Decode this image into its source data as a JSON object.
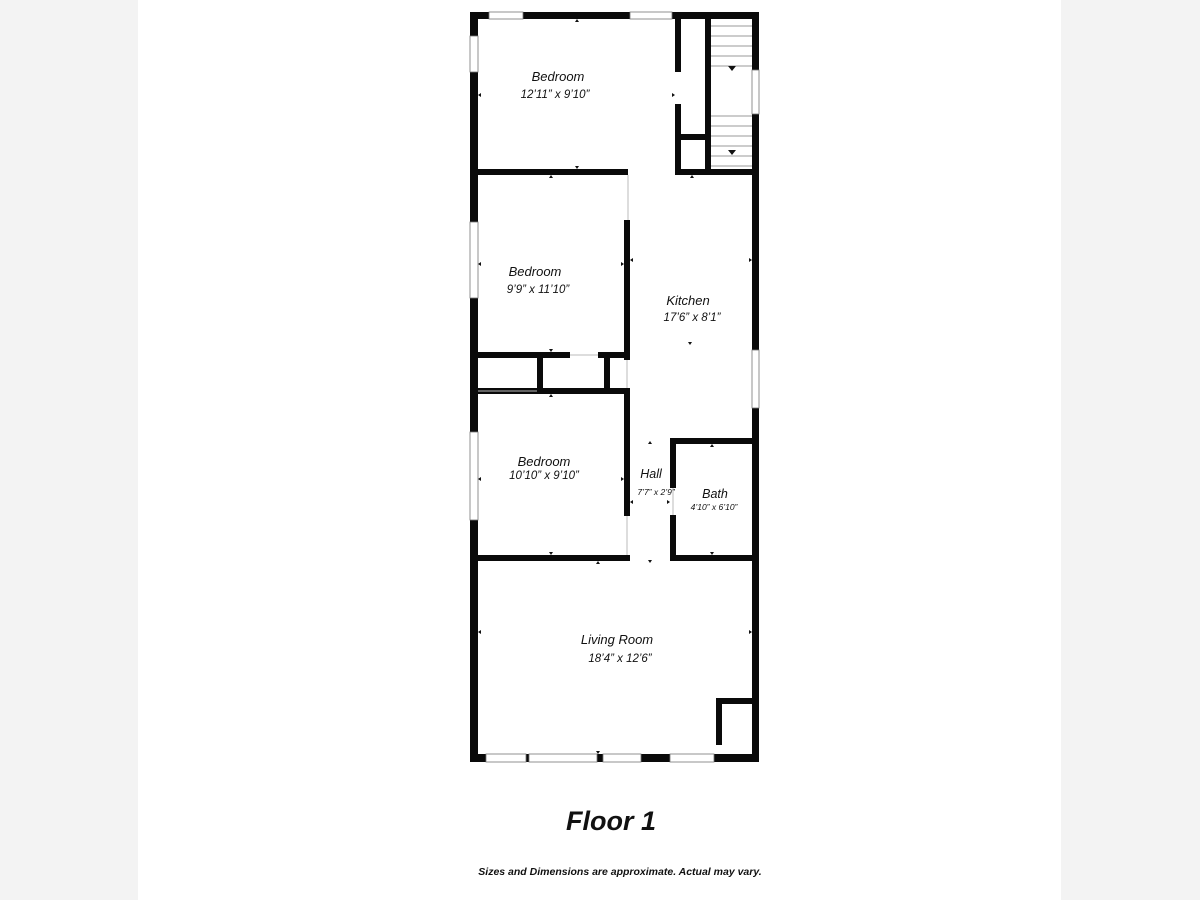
{
  "plan": {
    "rooms": [
      {
        "key": "bedroom_top",
        "name": "Bedroom",
        "dims": "12’11” x 9’10”"
      },
      {
        "key": "bedroom_mid",
        "name": "Bedroom",
        "dims": "9’9” x 11’10”"
      },
      {
        "key": "kitchen",
        "name": "Kitchen",
        "dims": "17’6” x 8’1”"
      },
      {
        "key": "bedroom_low",
        "name": "Bedroom",
        "dims": "10’10” x 9’10”"
      },
      {
        "key": "hall",
        "name": "Hall",
        "dims": "7’7” x 2’9”"
      },
      {
        "key": "bath",
        "name": "Bath",
        "dims": "4’10” x 6’10”"
      },
      {
        "key": "living_room",
        "name": "Living Room",
        "dims": "18’4” x 12’6”"
      }
    ],
    "floor_title": "Floor 1",
    "disclaimer": "Sizes and Dimensions are approximate. Actual may vary."
  },
  "colors": {
    "wall": "#0a0a0a",
    "window": "#ffffff",
    "page": "#ffffff",
    "margin": "#f3f3f3"
  }
}
